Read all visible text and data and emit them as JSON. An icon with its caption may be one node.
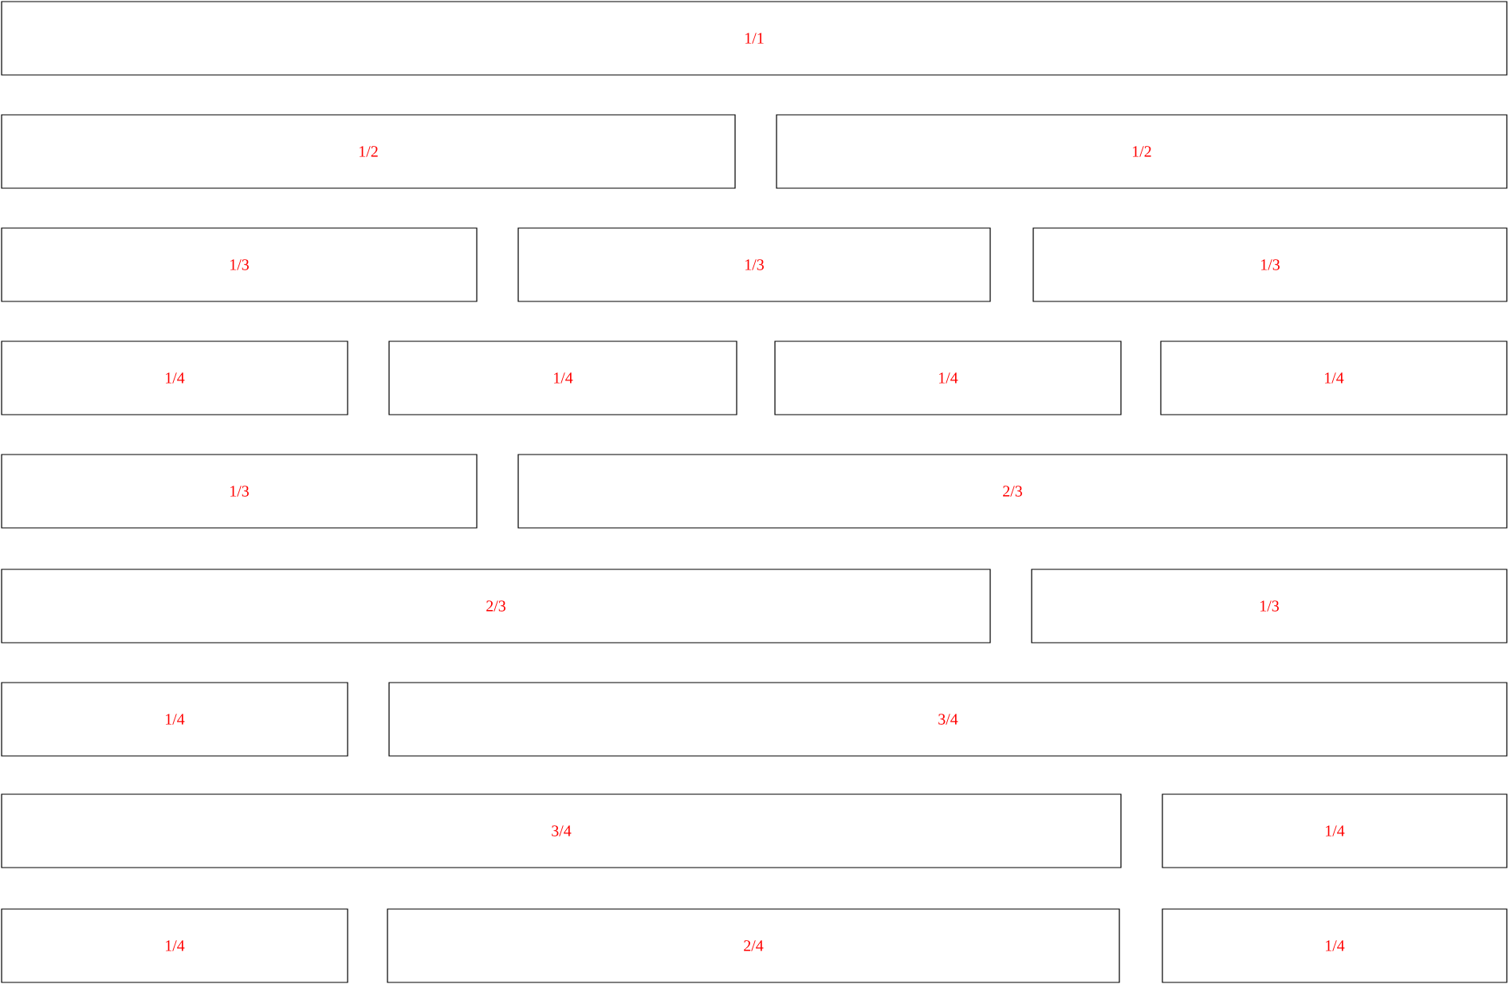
{
  "diagram": {
    "nodes": [
      {
        "text": [
          "1/1"
        ]
      },
      {
        "text": [
          "1/2"
        ]
      },
      {
        "text": [
          "1/2"
        ]
      },
      {
        "text": [
          "1/3"
        ]
      },
      {
        "text": [
          "1/3"
        ]
      },
      {
        "text": [
          "1/3"
        ]
      },
      {
        "text": [
          "1/4"
        ]
      },
      {
        "text": [
          "1/4"
        ]
      },
      {
        "text": [
          "1/4"
        ]
      },
      {
        "text": [
          "1/4"
        ]
      },
      {
        "text": [
          "1/3"
        ]
      },
      {
        "text": [
          "2/3"
        ]
      },
      {
        "text": [
          "2/3"
        ]
      },
      {
        "text": [
          "1/3"
        ]
      },
      {
        "text": [
          "1/4"
        ]
      },
      {
        "text": [
          "3/4"
        ]
      },
      {
        "text": [
          "3/4"
        ]
      },
      {
        "text": [
          "1/4"
        ]
      },
      {
        "text": [
          "1/4"
        ]
      },
      {
        "text": [
          "2/4"
        ]
      },
      {
        "text": [
          "1/4"
        ]
      }
    ]
  }
}
